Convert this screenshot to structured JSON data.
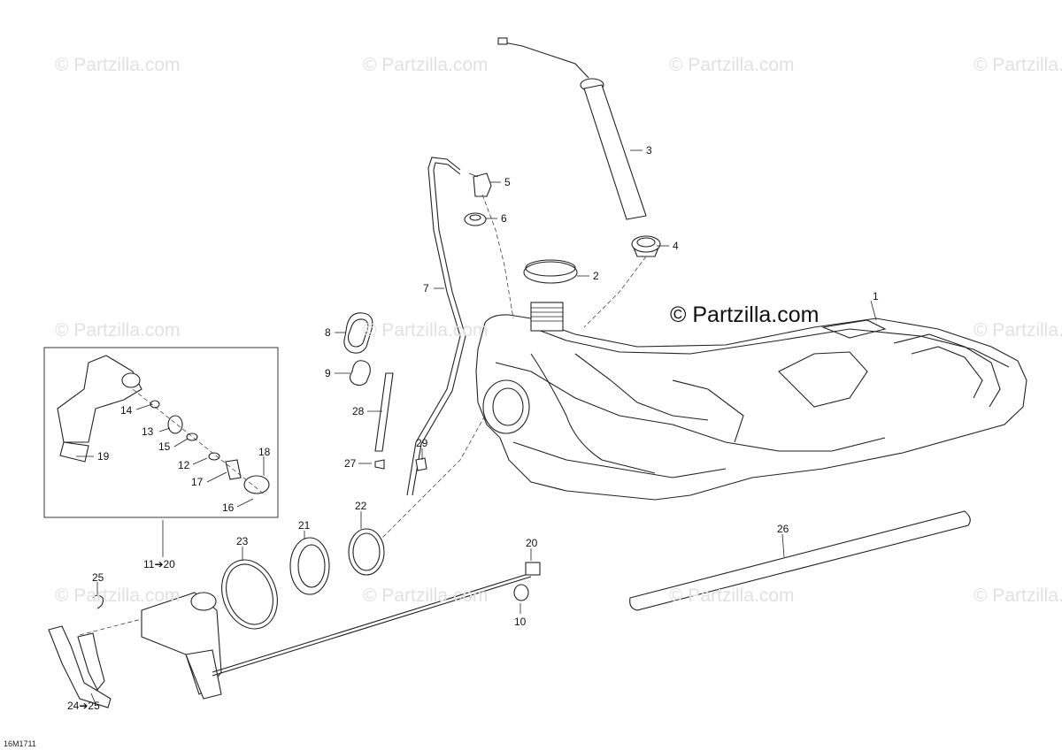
{
  "watermark": "© Partzilla.com",
  "diagram_code": "16M1711",
  "callouts": {
    "c1": "1",
    "c2": "2",
    "c3": "3",
    "c4": "4",
    "c5": "5",
    "c6": "6",
    "c7": "7",
    "c8": "8",
    "c9": "9",
    "c10": "10",
    "c11_20": "11➔20",
    "c12": "12",
    "c13": "13",
    "c14": "14",
    "c15": "15",
    "c16": "16",
    "c17": "17",
    "c18": "18",
    "c19": "19",
    "c20": "20",
    "c21": "21",
    "c22": "22",
    "c23": "23",
    "c24_25": "24➔25",
    "c25": "25",
    "c26": "26",
    "c27": "27",
    "c28": "28",
    "c29": "29"
  }
}
